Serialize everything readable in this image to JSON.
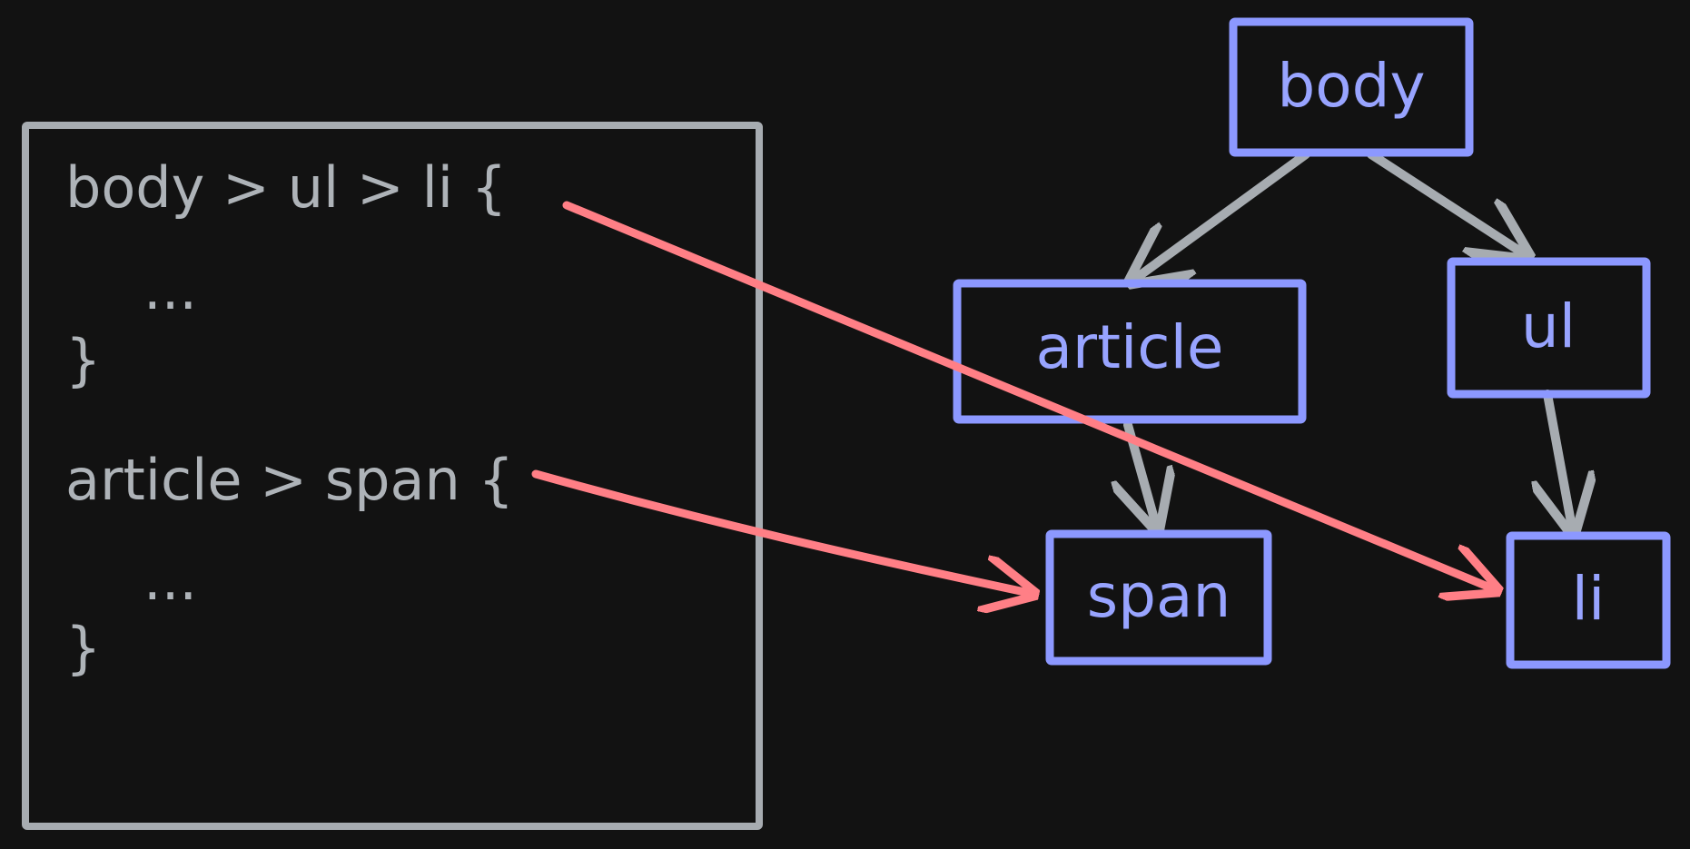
{
  "code": {
    "lines": [
      "body > ul > li {",
      "...",
      "}",
      "article > span {",
      "...",
      "}"
    ]
  },
  "tree": {
    "nodes": [
      {
        "id": "body",
        "label": "body"
      },
      {
        "id": "article",
        "label": "article"
      },
      {
        "id": "ul",
        "label": "ul"
      },
      {
        "id": "span",
        "label": "span"
      },
      {
        "id": "li",
        "label": "li"
      }
    ],
    "edges": [
      {
        "from": "body",
        "to": "article"
      },
      {
        "from": "body",
        "to": "ul"
      },
      {
        "from": "article",
        "to": "span"
      },
      {
        "from": "ul",
        "to": "li"
      }
    ]
  },
  "selector_mappings": [
    {
      "from_line": 0,
      "to": "li"
    },
    {
      "from_line": 3,
      "to": "span"
    }
  ],
  "colors": {
    "background": "#121212",
    "code_text": "#aeb3b8",
    "code_box": "#a7acb1",
    "node_box": "#8c98ff",
    "node_text": "#98a4ff",
    "edge": "#a7acb1",
    "mapping_arrow": "#ff7f86"
  }
}
